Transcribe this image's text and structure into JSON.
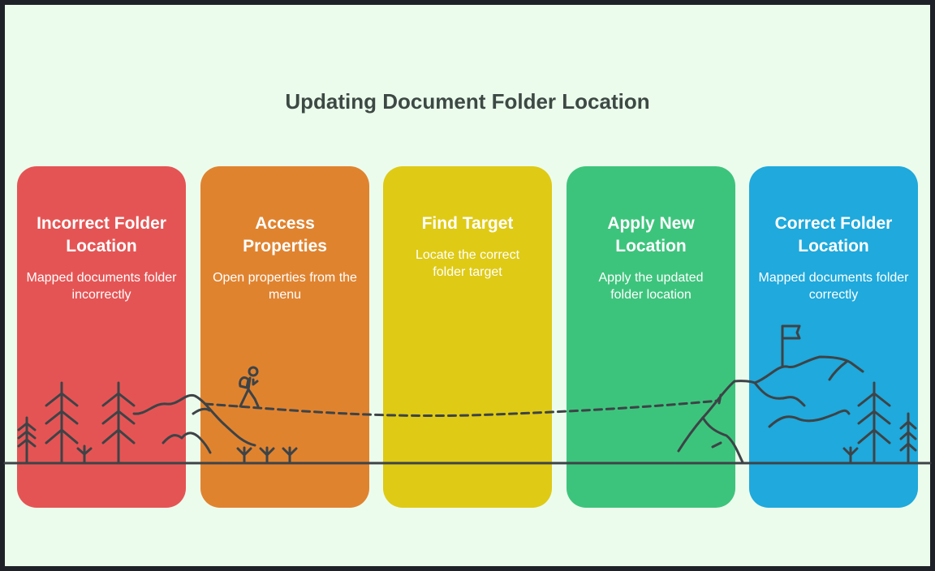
{
  "title": "Updating Document Folder Location",
  "steps": [
    {
      "title": "Incorrect Folder Location",
      "description": "Mapped documents folder incorrectly",
      "color": "#e55454"
    },
    {
      "title": "Access Properties",
      "description": "Open properties from the menu",
      "color": "#e0832f"
    },
    {
      "title": "Find Target",
      "description": "Locate the correct folder target",
      "color": "#dfca15"
    },
    {
      "title": "Apply New Location",
      "description": "Apply the updated folder location",
      "color": "#3dc47c"
    },
    {
      "title": "Correct Folder Location",
      "description": "Mapped documents folder correctly",
      "color": "#1fa9dc"
    }
  ]
}
